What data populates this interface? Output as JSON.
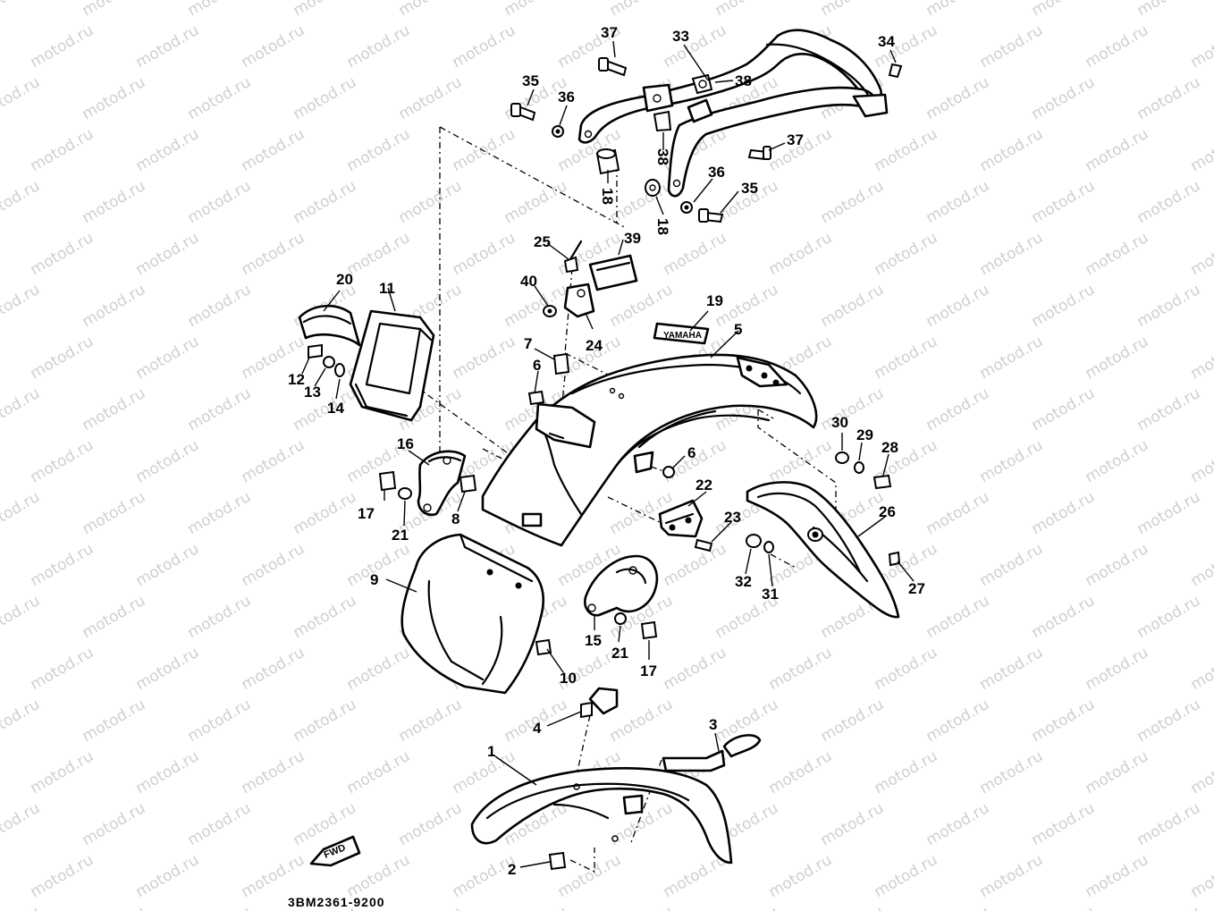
{
  "watermark": "motod.ru",
  "drawing_code": "3BM2361-9200",
  "fwd_label": "FWD",
  "callouts": [
    "1",
    "2",
    "3",
    "4",
    "5",
    "6",
    "6",
    "7",
    "8",
    "9",
    "10",
    "11",
    "12",
    "13",
    "14",
    "15",
    "16",
    "17",
    "17",
    "18",
    "18",
    "19",
    "20",
    "21",
    "21",
    "22",
    "23",
    "24",
    "25",
    "26",
    "27",
    "28",
    "29",
    "30",
    "31",
    "32",
    "33",
    "34",
    "35",
    "35",
    "36",
    "36",
    "37",
    "37",
    "38",
    "38",
    "39",
    "40"
  ],
  "emblem_text": "YAMAHA"
}
